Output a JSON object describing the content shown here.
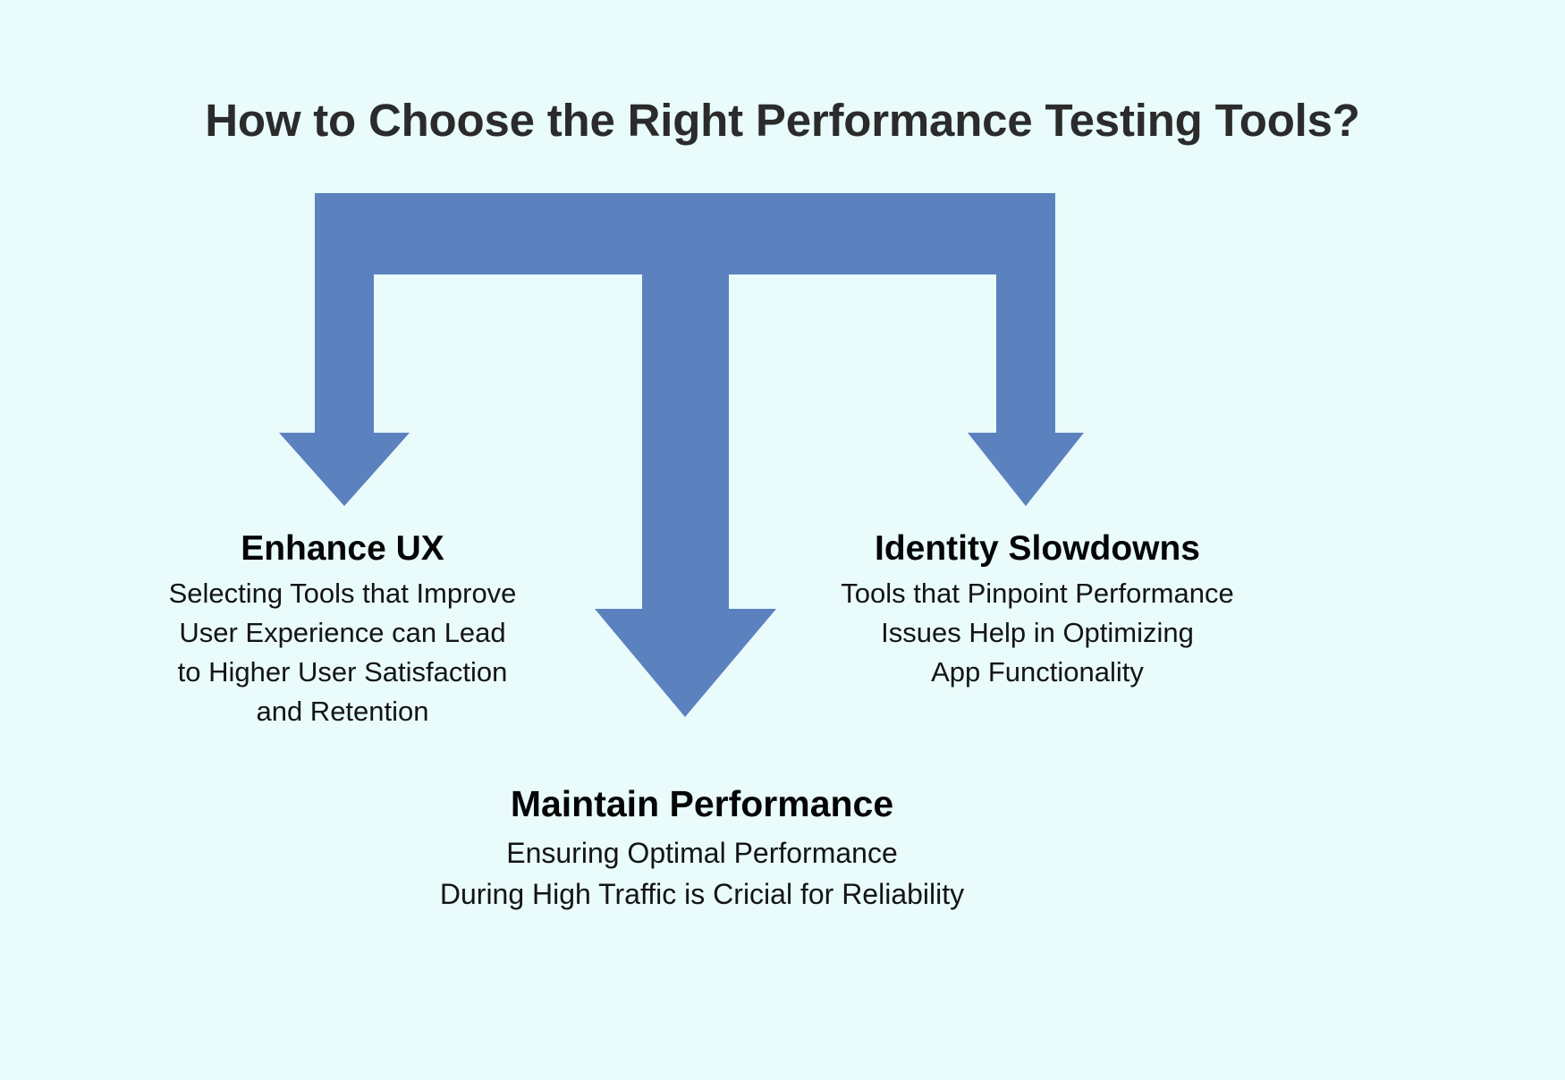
{
  "title": "How to Choose the Right Performance Testing Tools?",
  "colors": {
    "background": "#e9fbfb",
    "arrow": "#5c81bf",
    "arrow_edge": "#5078b8",
    "title_text": "#2b2b2b",
    "heading_text": "#050505",
    "body_text": "#141414"
  },
  "diagram": {
    "type": "three-pronged-downward-arrow",
    "icon": "trident-arrow-icon",
    "prongs": 3
  },
  "branches": [
    {
      "id": "enhance-ux",
      "heading": "Enhance UX",
      "body_lines": [
        "Selecting Tools that Improve",
        "User Experience can Lead",
        "to Higher User Satisfaction",
        "and Retention"
      ]
    },
    {
      "id": "maintain-performance",
      "heading": "Maintain Performance",
      "body_lines": [
        "Ensuring Optimal Performance",
        "During High Traffic is Cricial for Reliability"
      ]
    },
    {
      "id": "identity-slowdowns",
      "heading": "Identity Slowdowns",
      "body_lines": [
        "Tools that Pinpoint Performance",
        "Issues Help in Optimizing",
        "App Functionality"
      ]
    }
  ]
}
